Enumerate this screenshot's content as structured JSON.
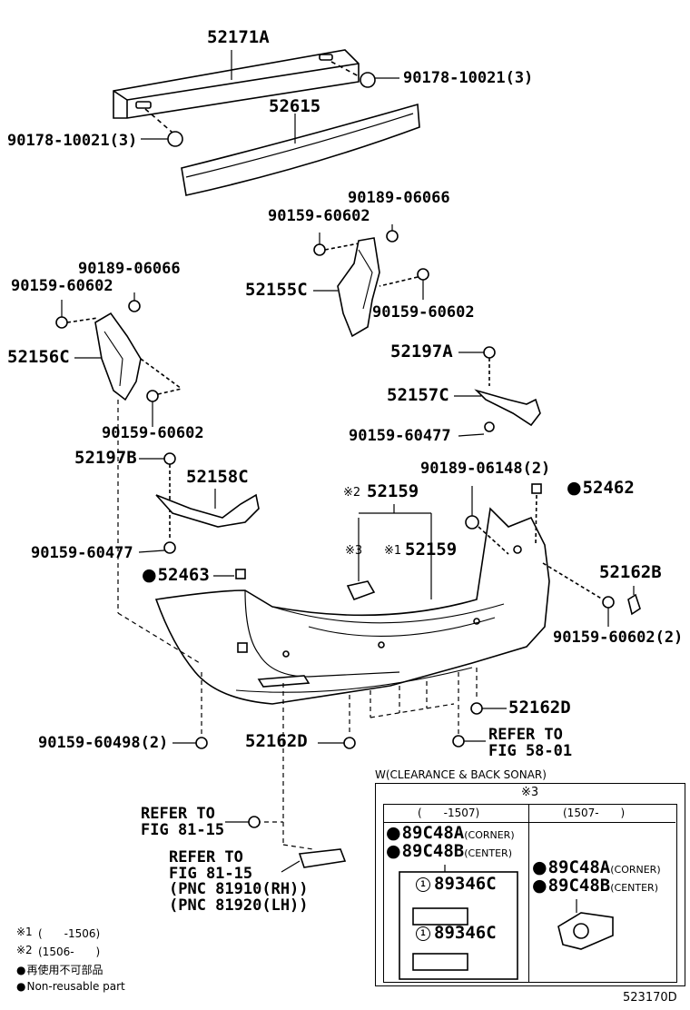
{
  "labels": {
    "p52171a": "52171A",
    "p90178_a": "90178-10021(3)",
    "p90178_b": "90178-10021(3)",
    "p52615": "52615",
    "p90189_06066_a": "90189-06066",
    "p90159_60602_a": "90159-60602",
    "p52155c": "52155C",
    "p90159_60602_b": "90159-60602",
    "p90189_06066_b": "90189-06066",
    "p90159_60602_c": "90159-60602",
    "p52156c": "52156C",
    "p90159_60602_d": "90159-60602",
    "p52197a": "52197A",
    "p52157c": "52157C",
    "p90159_60477_a": "90159-60477",
    "p52197b": "52197B",
    "p52158c": "52158C",
    "p90189_06148": "90189-06148(2)",
    "p52462": "52462",
    "p52159_2": "52159",
    "p52159_1": "52159",
    "mark_x2": "※2",
    "mark_x3": "※3",
    "mark_x1": "※1",
    "p90159_60477_b": "90159-60477",
    "p52463": "52463",
    "p52162b": "52162B",
    "p90159_60602_2": "90159-60602(2)",
    "p52162d_a": "52162D",
    "p90159_60498": "90159-60498(2)",
    "p52162d_b": "52162D",
    "refer_58_a": "REFER TO",
    "refer_58_b": "FIG 58-01",
    "refer_81a_a": "REFER TO",
    "refer_81a_b": "FIG 81-15",
    "refer_81b_a": "REFER TO",
    "refer_81b_b": "FIG 81-15",
    "pnc_rh": "(PNC 81910(RH))",
    "pnc_lh": "(PNC 81920(LH))"
  },
  "sonar_box": {
    "heading": "W(CLEARANCE & BACK SONAR)",
    "mark": "※3",
    "col_left": "(　　-1507)",
    "col_right": "(1507-　　)",
    "left_a": "89C48A",
    "left_a_sub": "(CORNER)",
    "left_b": "89C48B",
    "left_b_sub": "(CENTER)",
    "left_c1": "89346C",
    "left_c2": "89346C",
    "circle_mark": "1",
    "right_a": "89C48A",
    "right_a_sub": "(CORNER)",
    "right_b": "89C48B",
    "right_b_sub": "(CENTER)"
  },
  "notes": {
    "n1_mark": "※1",
    "n1_text": "(　　-1506)",
    "n2_mark": "※2",
    "n2_text": "(1506-　　)",
    "n3_text": "再使用不可部品",
    "n4_text": "Non-reusable part"
  },
  "figure_id": "523170D"
}
